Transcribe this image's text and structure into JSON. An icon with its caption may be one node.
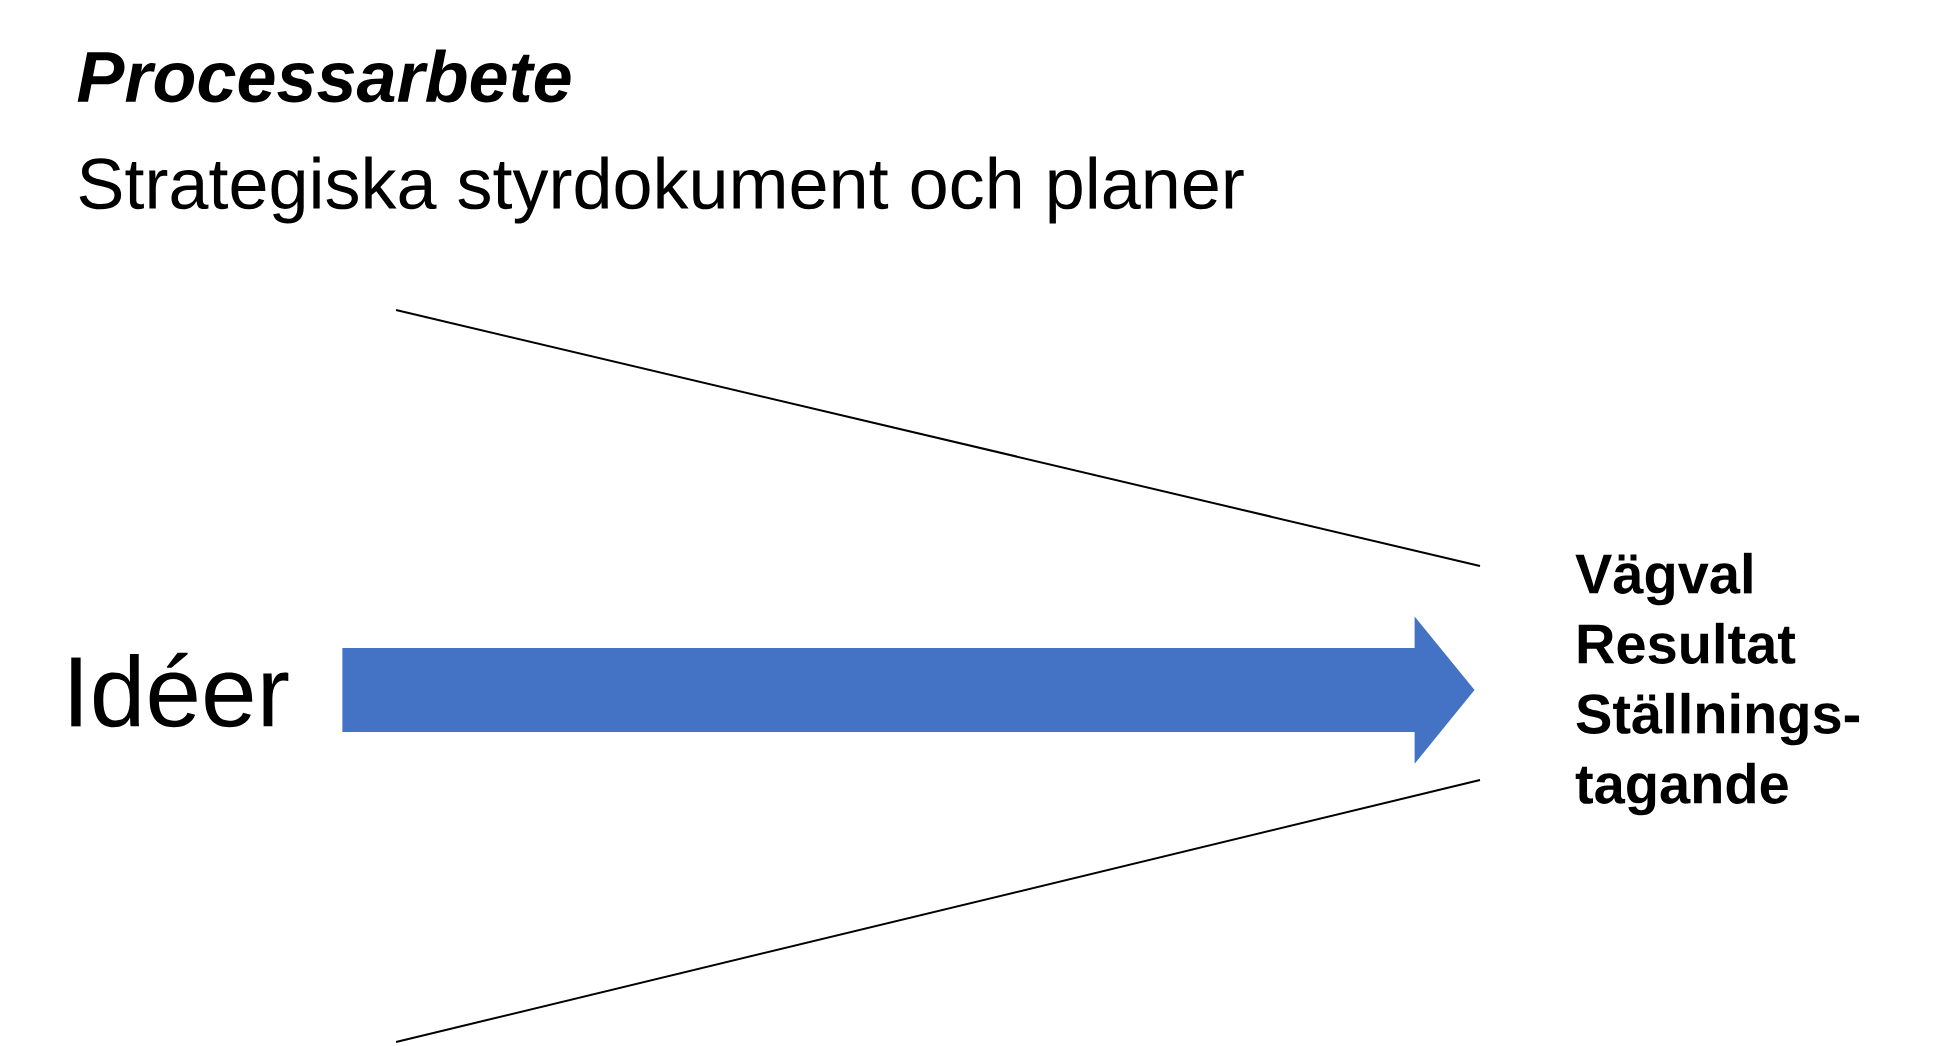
{
  "diagram": {
    "title": "Processarbete",
    "nodes": [
      {
        "text": [
          "Idéer"
        ]
      },
      {
        "text": [
          "Vägval",
          "Resultat",
          "Ställnings- tagande"
        ]
      }
    ],
    "edges": [
      {
        "from": 0,
        "to": 1,
        "arrow": "to"
      }
    ],
    "labels": [
      "Strategiska styrdokument och planer"
    ]
  }
}
